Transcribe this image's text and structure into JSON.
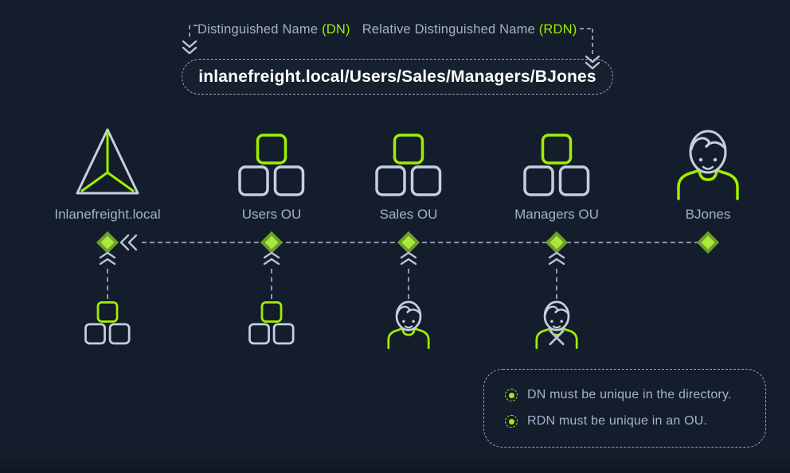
{
  "colors": {
    "background": "#141d2b",
    "accent_green": "#9fef00",
    "text_gray": "#a4b1cd",
    "icon_gray": "#c5cfe0",
    "dash_gray": "#8d97ad",
    "diamond_outer": "#6f9d2e",
    "diamond_inner": "#a9e937",
    "path_text": "#ffffff"
  },
  "header": {
    "dn_label": "Distinguished Name",
    "dn_abbr": "(DN)",
    "rdn_label": "Relative Distinguished Name",
    "rdn_abbr": "(RDN)",
    "path": "inlanefreight.local/Users/Sales/Managers/BJones"
  },
  "nodes": [
    {
      "label": "Inlanefreight.local",
      "icon": "domain-triangle-icon"
    },
    {
      "label": "Users OU",
      "icon": "ou-icon"
    },
    {
      "label": "Sales OU",
      "icon": "ou-icon"
    },
    {
      "label": "Managers OU",
      "icon": "ou-icon"
    },
    {
      "label": "BJones",
      "icon": "user-icon"
    }
  ],
  "children": [
    {
      "parent": "Inlanefreight.local",
      "icon": "ou-icon"
    },
    {
      "parent": "Users OU",
      "icon": "ou-icon"
    },
    {
      "parent": "Sales OU",
      "icon": "user-icon"
    },
    {
      "parent": "Managers OU",
      "icon": "user-crossed-icon"
    }
  ],
  "notes": {
    "items": [
      {
        "text": "DN must be unique in the directory."
      },
      {
        "text": "RDN must be unique in an OU."
      }
    ]
  }
}
